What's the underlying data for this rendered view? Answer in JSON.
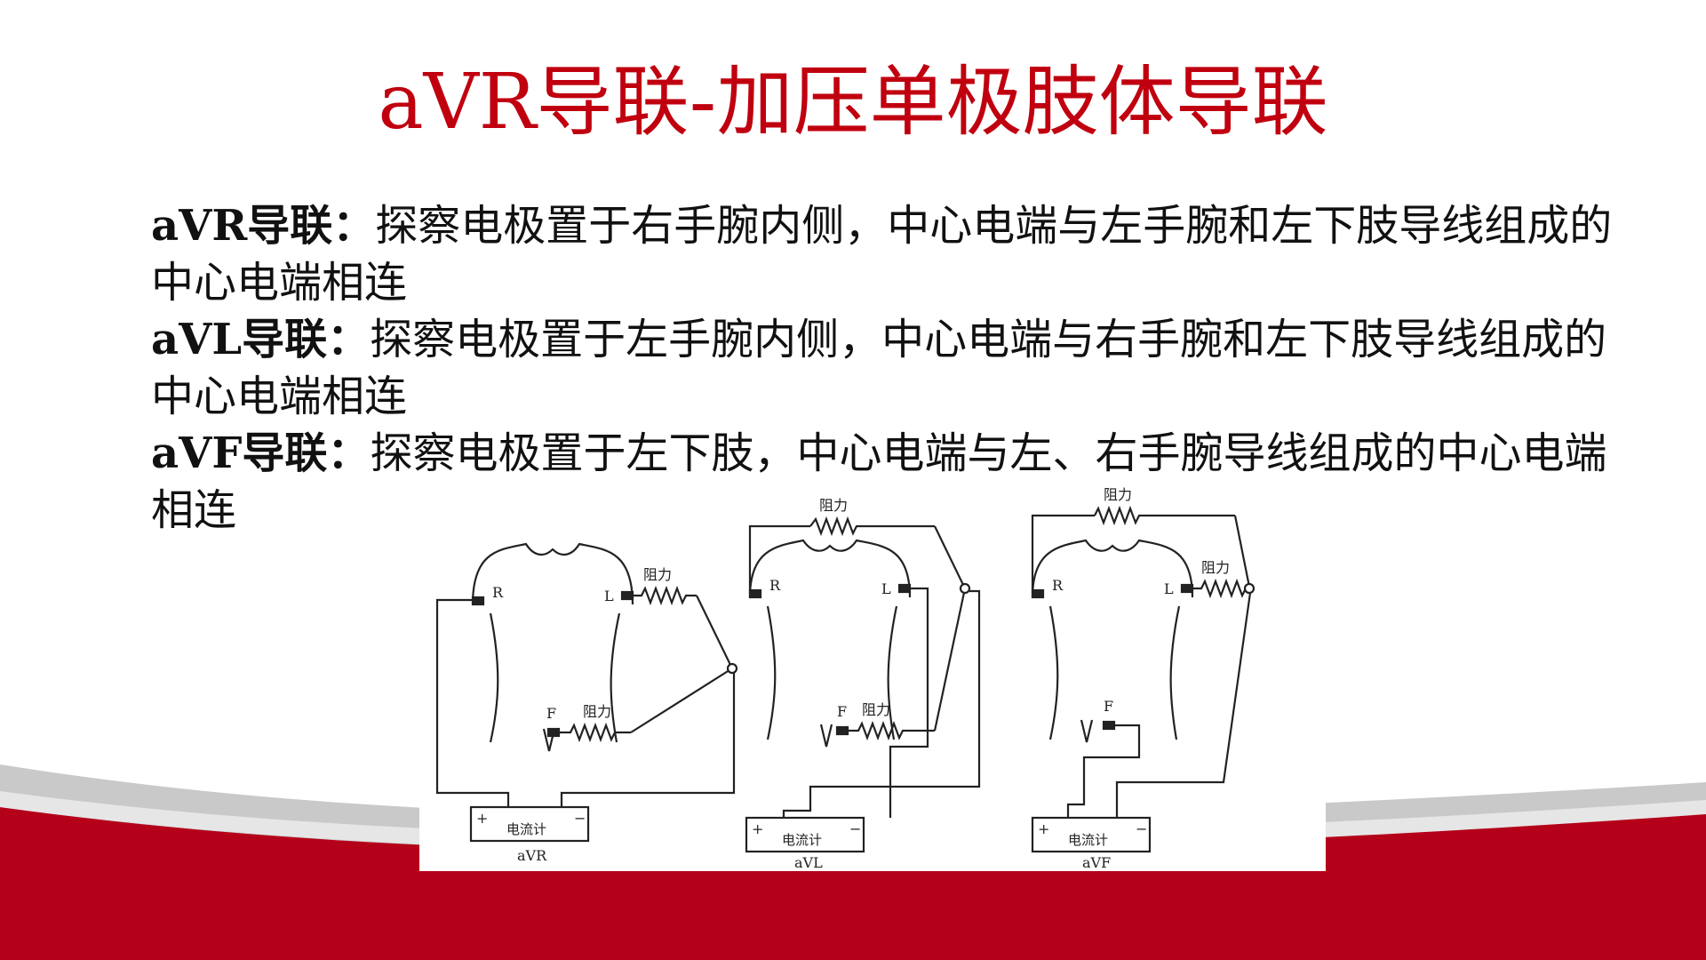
{
  "title": {
    "latin": "aVR",
    "cjk": "导联-加压单极肢体导联"
  },
  "paragraphs": [
    {
      "code": "aVR",
      "label": "导联：",
      "text": "探察电极置于右手腕内侧，中心电端与左手腕和左下肢导线组成的中心电端相连"
    },
    {
      "code": "aVL",
      "label": "导联：",
      "text": "探察电极置于左手腕内侧，中心电端与右手腕和左下肢导线组成的中心电端相连"
    },
    {
      "code": "aVF",
      "label": "导联：",
      "text": "探察电极置于左下肢，中心电端与左、右手腕导线组成的中心电端相连"
    }
  ],
  "figure": {
    "panels": [
      {
        "caption": "aVR",
        "resistor_labels": [
          "阻力",
          "阻力"
        ],
        "electrode_labels": [
          "R",
          "L",
          "F"
        ],
        "meter_label": "电流计",
        "plus": "+",
        "minus": "−"
      },
      {
        "caption": "aVL",
        "resistor_labels": [
          "阻力",
          "阻力"
        ],
        "electrode_labels": [
          "R",
          "L",
          "F"
        ],
        "meter_label": "电流计",
        "plus": "+",
        "minus": "−"
      },
      {
        "caption": "aVF",
        "resistor_labels": [
          "阻力",
          "阻力"
        ],
        "electrode_labels": [
          "R",
          "L",
          "F"
        ],
        "meter_label": "电流计",
        "plus": "+",
        "minus": "−"
      }
    ]
  },
  "colors": {
    "title": "#c0000f",
    "band_red": "#b5001a",
    "band_gray": "#bdbdbd"
  }
}
